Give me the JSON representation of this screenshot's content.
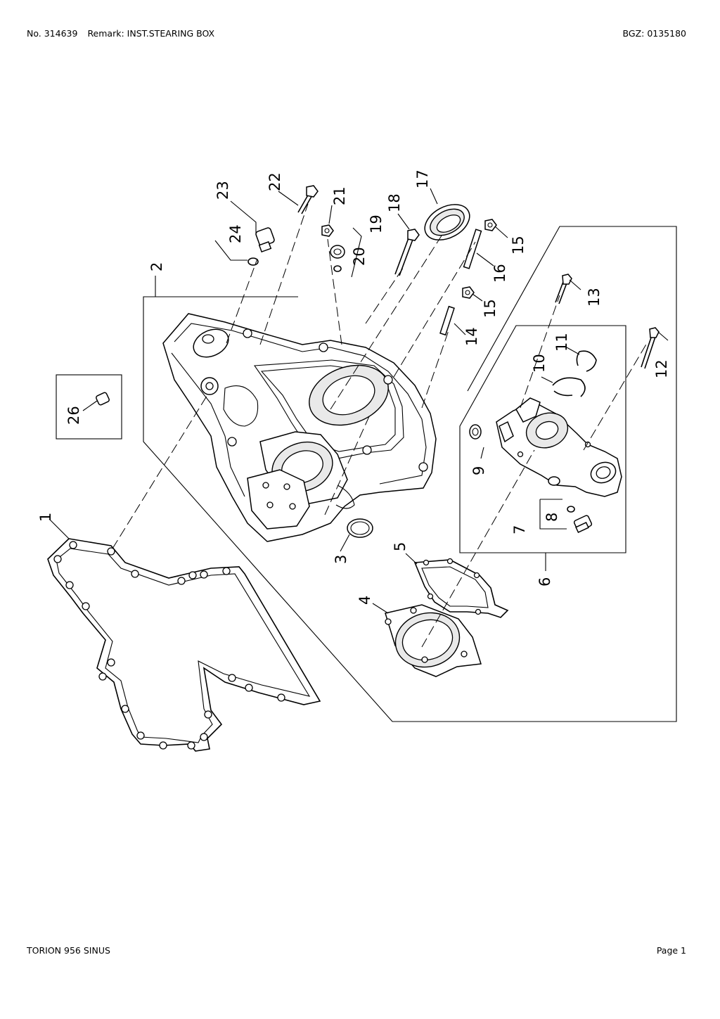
{
  "header": {
    "number": "No. 314639",
    "remark": "Remark: INST.STEARING BOX",
    "bgz": "BGZ: 0135180"
  },
  "footer": {
    "model": "TORION 956 SINUS",
    "page": "Page 1"
  },
  "callouts": [
    "1",
    "2",
    "3",
    "4",
    "5",
    "6",
    "7",
    "8",
    "9",
    "10",
    "11",
    "12",
    "13",
    "14",
    "15",
    "15",
    "16",
    "17",
    "18",
    "19",
    "20",
    "21",
    "22",
    "23",
    "24",
    "26"
  ]
}
